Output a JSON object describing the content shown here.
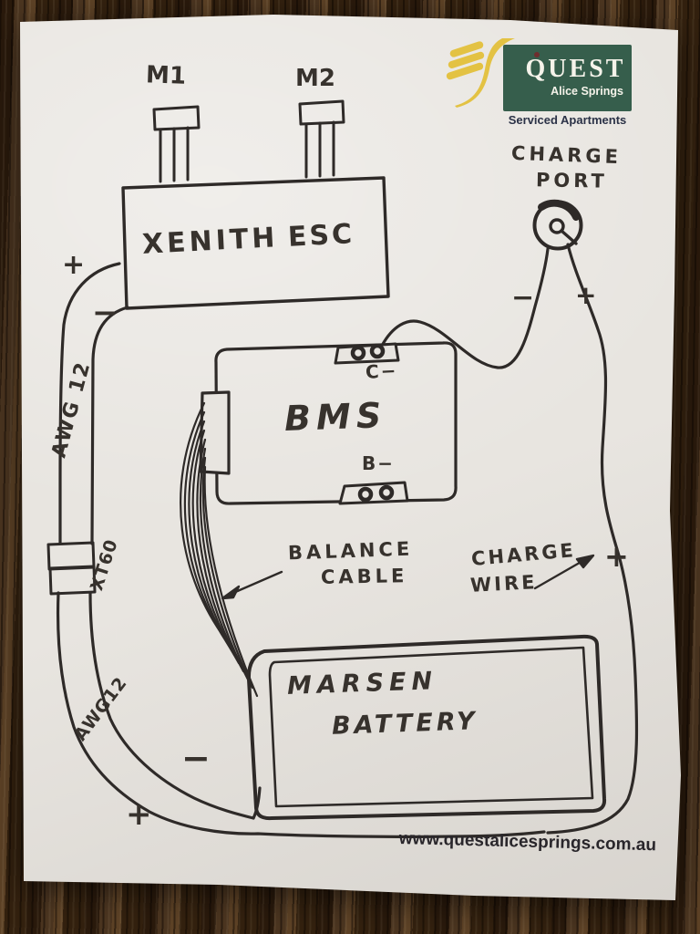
{
  "letterhead": {
    "logo": {
      "brand": "QUEST",
      "location": "Alice Springs",
      "tagline": "Serviced Apartments",
      "colors": {
        "green": "#365e4c",
        "yellow": "#e3c243",
        "text": "#f5f3ea",
        "tagline_text": "#2b3247"
      }
    },
    "website": "www.questalicesprings.com.au"
  },
  "diagram": {
    "ink_color": "#2e2a28",
    "components": {
      "motor1": "M1",
      "motor2": "M2",
      "esc": [
        "XENITH",
        "ESC"
      ],
      "charge_port": [
        "CHARGE",
        "PORT"
      ],
      "bms": "BMS",
      "bms_charge_terminal": "C−",
      "bms_battery_terminal": "B−",
      "battery": [
        "MARSEN",
        "BATTERY"
      ]
    },
    "wires": {
      "awg_upper": "AWG 12",
      "awg_lower": "AWG12",
      "connector": "XT60",
      "balance_cable": [
        "BALANCE",
        "CABLE"
      ],
      "charge_wire": [
        "CHARGE",
        "WIRE"
      ]
    },
    "polarity": {
      "esc_plus": "+",
      "esc_minus": "−",
      "charge_port_minus": "−",
      "charge_port_plus": "+",
      "charge_wire_plus": "+",
      "battery_minus": "−",
      "battery_plus": "+"
    }
  }
}
